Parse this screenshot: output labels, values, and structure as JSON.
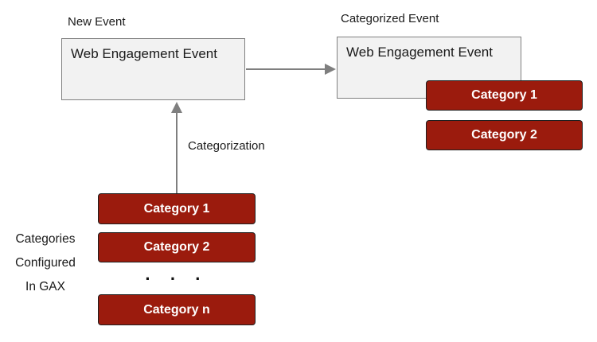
{
  "colors": {
    "category_fill": "#9B1B0D",
    "category_border": "#1F1F1F",
    "category_text": "#FFFFFF",
    "event_box_fill": "#F2F2F2",
    "event_box_border": "#808080",
    "arrow": "#7F7F7F",
    "label_text": "#1A1A1A"
  },
  "new_event": {
    "label": "New Event",
    "box_title": "Web Engagement Event"
  },
  "categorized_event": {
    "label": "Categorized Event",
    "box_title": "Web Engagement Event",
    "categories": [
      "Category 1",
      "Category 2"
    ]
  },
  "categorization": {
    "label": "Categorization"
  },
  "category_stack": {
    "caption_lines": [
      "Categories",
      "Configured",
      "In GAX"
    ],
    "items": [
      "Category 1",
      "Category 2"
    ],
    "ellipsis": "· · ·",
    "last_item": "Category n"
  }
}
